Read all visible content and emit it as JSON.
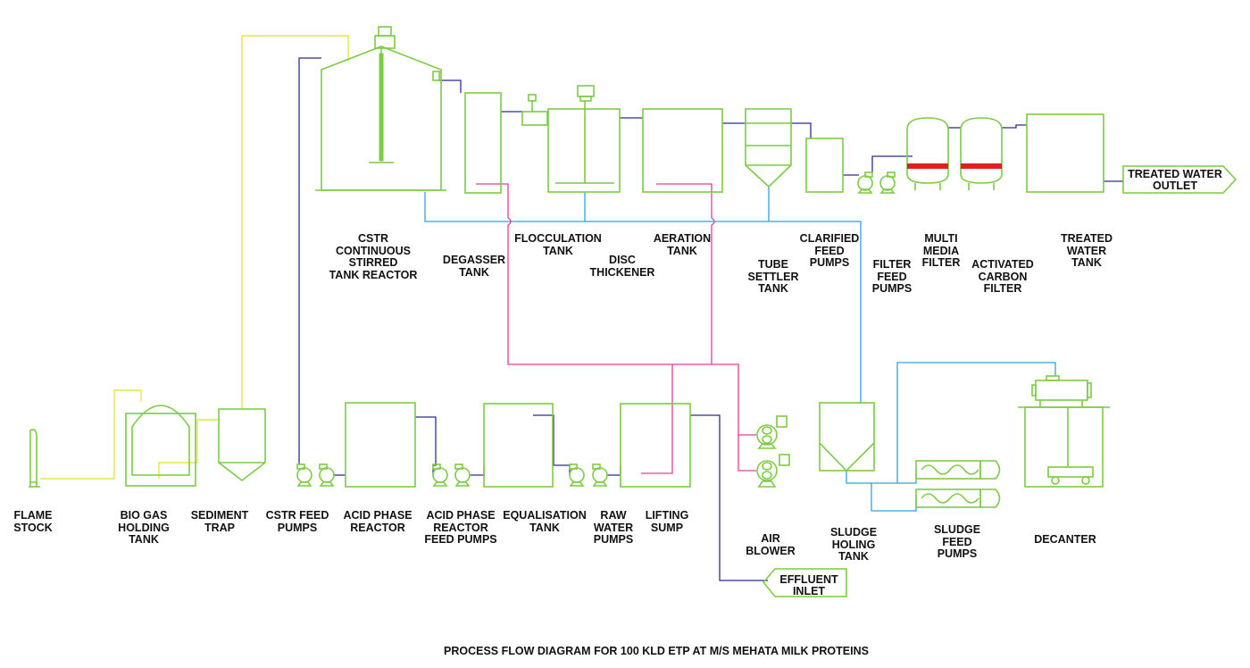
{
  "title": "PROCESS FLOW DIAGRAM FOR 100 KLD ETP AT M/S MEHATA MILK PROTEINS",
  "colors": {
    "equipment": "#7ccc43",
    "biogas_line": "#e8e34a",
    "wastewater_line": "#2b2f8f",
    "sludge_line": "#2ba5e3",
    "air_line": "#e0409a",
    "filter_media": "#e02020"
  },
  "labels": {
    "flame_stock": "FLAME\nSTOCK",
    "bio_gas_holding_tank": "BIO GAS\nHOLDING\nTANK",
    "sediment_trap": "SEDIMENT\nTRAP",
    "cstr_feed_pumps": "CSTR FEED\nPUMPS",
    "acid_phase_reactor": "ACID PHASE\nREACTOR",
    "acid_phase_reactor_feed_pumps": "ACID PHASE\nREACTOR\nFEED PUMPS",
    "equalisation_tank": "EQUALISATION\nTANK",
    "raw_water_pumps": "RAW\nWATER\nPUMPS",
    "lifting_sump": "LIFTING\nSUMP",
    "air_blower": "AIR\nBLOWER",
    "sludge_holding_tank": "SLUDGE\nHOLING\nTANK",
    "sludge_feed_pumps": "SLUDGE\nFEED\nPUMPS",
    "decanter": "DECANTER",
    "cstr": "CSTR\nCONTINUOUS\nSTIRRED\nTANK REACTOR",
    "degasser_tank": "DEGASSER\nTANK",
    "flocculation_tank": "FLOCCULATION\nTANK",
    "disc_thickener": "DISC\nTHICKENER",
    "aeration_tank": "AERATION\nTANK",
    "tube_settler_tank": "TUBE\nSETTLER\nTANK",
    "clarified_feed_pumps": "CLARIFIED\nFEED\nPUMPS",
    "filter_feed_pumps": "FILTER\nFEED\nPUMPS",
    "multi_media_filter": "MULTI\nMEDIA\nFILTER",
    "activated_carbon_filter": "ACTIVATED\nCARBON\nFILTER",
    "treated_water_tank": "TREATED\nWATER\nTANK"
  },
  "tags": {
    "treated_water_outlet": "TREATED WATER\nOUTLET",
    "effluent_inlet": "EFFLUENT\nINLET"
  }
}
